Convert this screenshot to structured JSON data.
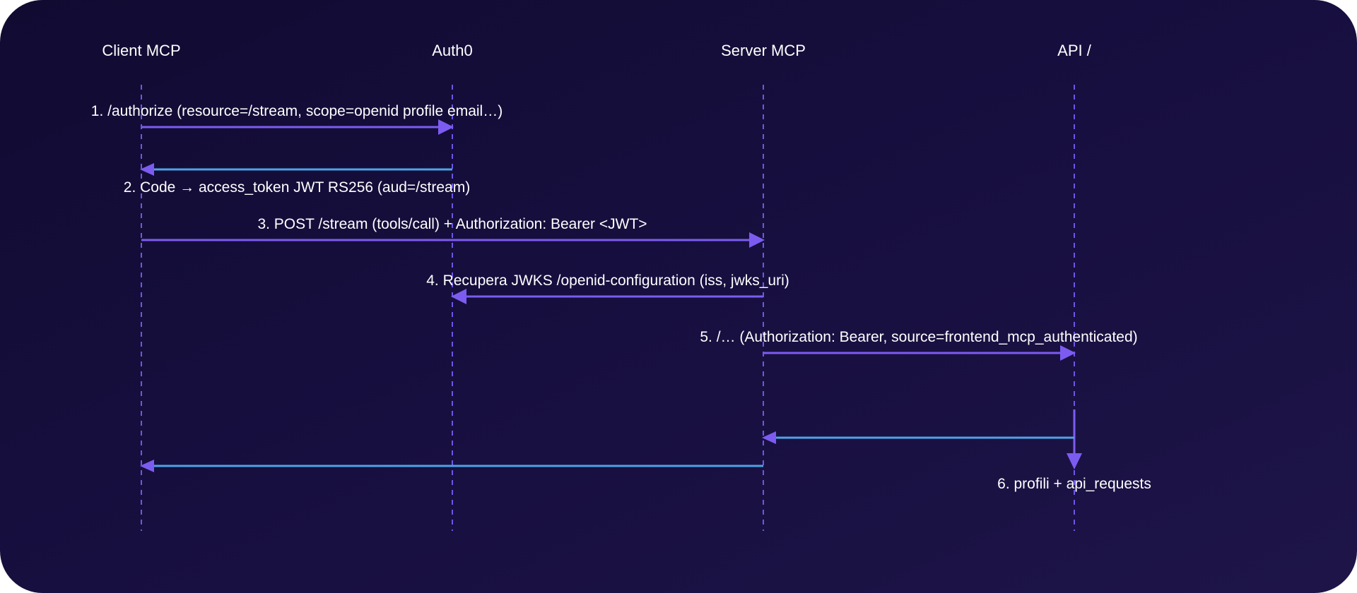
{
  "actors": [
    {
      "id": "client",
      "label": "Client MCP"
    },
    {
      "id": "auth0",
      "label": "Auth0"
    },
    {
      "id": "server",
      "label": "Server MCP"
    },
    {
      "id": "api",
      "label": "API /"
    }
  ],
  "messages": [
    {
      "label": "1. /authorize (resource=/stream, scope=openid profile email…)",
      "from": "client",
      "to": "auth0"
    },
    {
      "label": "2. Code → access_token JWT RS256 (aud=/stream)",
      "from": "auth0",
      "to": "client"
    },
    {
      "label": "3. POST /stream (tools/call) + Authorization: Bearer <JWT>",
      "from": "client",
      "to": "server"
    },
    {
      "label": "4. Recupera JWKS /openid-configuration (iss, jwks_uri)",
      "from": "server",
      "to": "auth0"
    },
    {
      "label": "5. /… (Authorization: Bearer, source=frontend_mcp_authenticated)",
      "from": "server",
      "to": "api"
    },
    {
      "label": "6. profili + api_requests",
      "from": "api",
      "to": "api"
    },
    {
      "label": "",
      "from": "api",
      "to": "server"
    },
    {
      "label": "",
      "from": "server",
      "to": "client"
    }
  ],
  "colors": {
    "request_arrow": "#7c5cf0",
    "response_arrow": "#4fa3e6",
    "lifeline": "#6e56e8",
    "text": "#ffffff"
  }
}
